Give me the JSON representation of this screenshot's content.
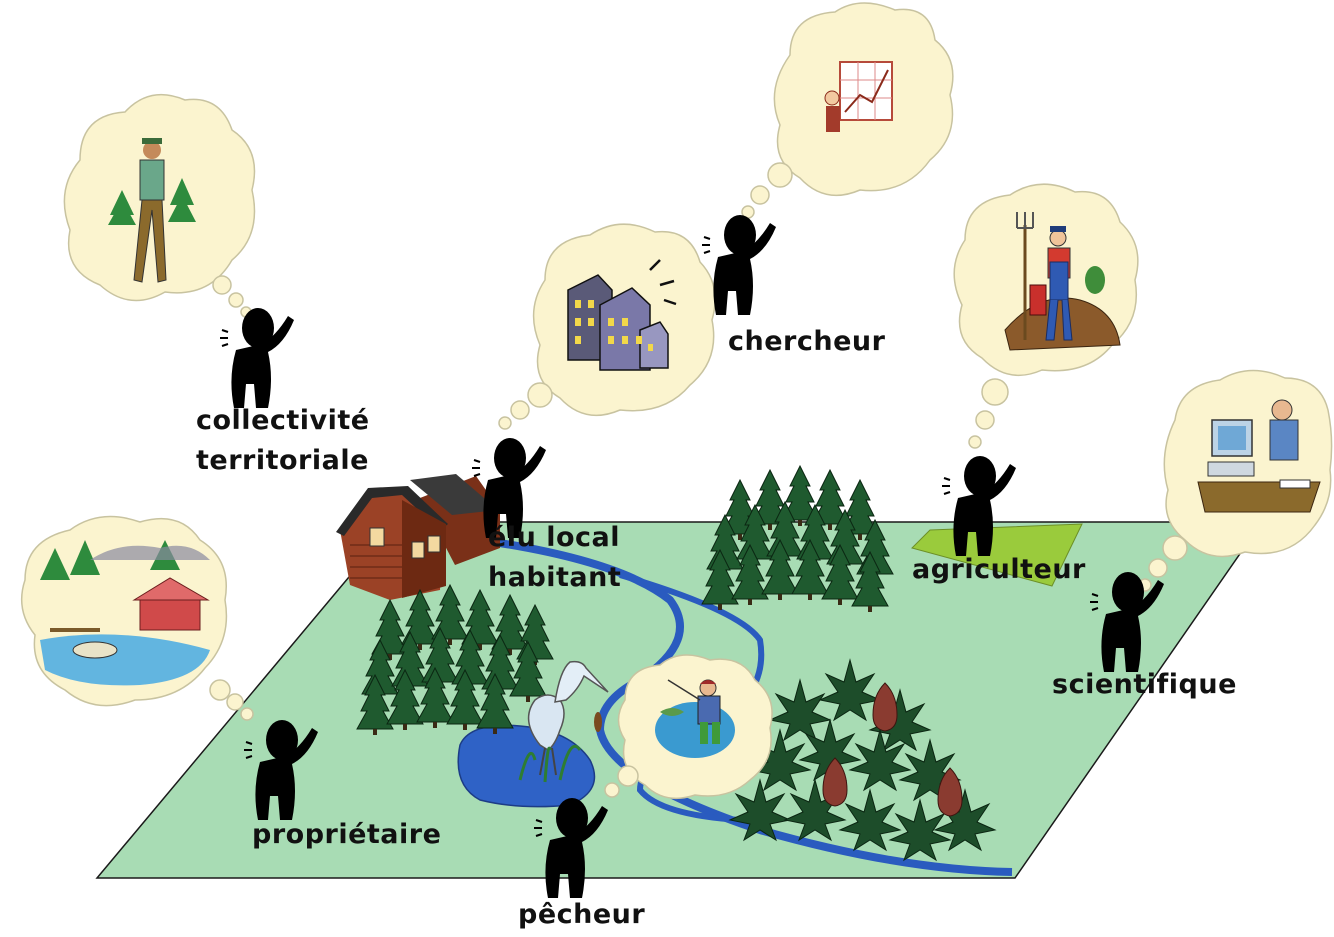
{
  "labels": {
    "collectivite_line1": "collectivité",
    "collectivite_line2": "territoriale",
    "chercheur": "chercheur",
    "elu_line1": "élu local",
    "elu_line2": "habitant",
    "agriculteur": "agriculteur",
    "scientifique": "scientifique",
    "proprietaire": "propriétaire",
    "pecheur": "pêcheur"
  },
  "colors": {
    "land": "#a8dcb4",
    "land_edge": "#1a1a1a",
    "river": "#2a5bbf",
    "pond": "#2f62c6",
    "bubble": "#fbf4cf",
    "bubble_edge": "#c8c3a0",
    "forest": "#1f5a2f",
    "field": "#9acb3c",
    "cabin": "#8b3a22",
    "silhouette": "#000000"
  },
  "icons": {
    "collectivite_thought": "hiker-in-forest-icon",
    "chercheur_thought": "presenter-chart-icon",
    "elu_thought": "city-buildings-icon",
    "agriculteur_thought": "farmer-with-pitchfork-icon",
    "scientifique_thought": "scientist-at-computer-icon",
    "proprietaire_thought": "lake-cottage-icon",
    "pecheur_thought": "fisherman-icon"
  }
}
